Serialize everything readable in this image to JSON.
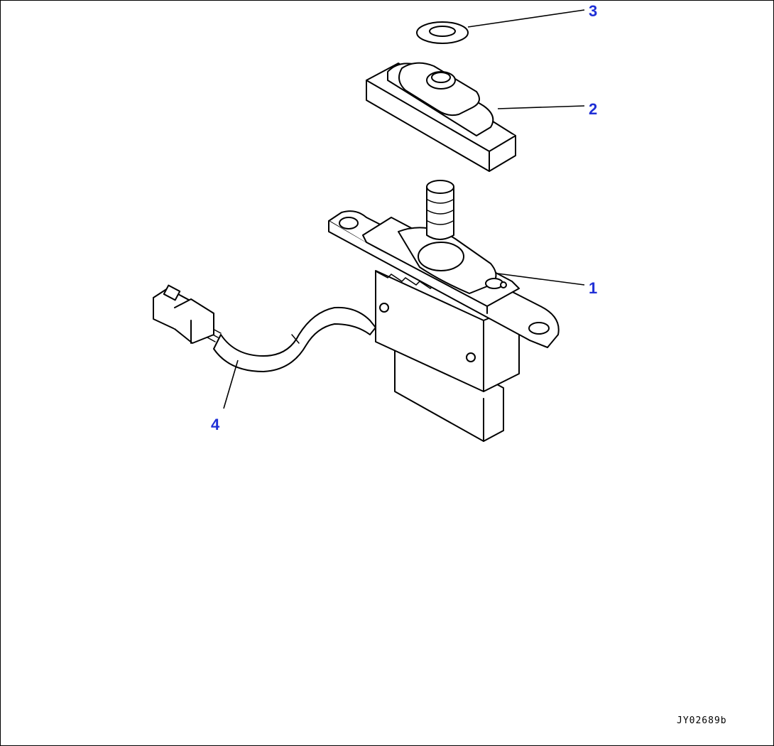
{
  "callouts": [
    {
      "id": "1",
      "label": "1"
    },
    {
      "id": "2",
      "label": "2"
    },
    {
      "id": "3",
      "label": "3"
    },
    {
      "id": "4",
      "label": "4"
    }
  ],
  "drawing_code": "JY02689b",
  "colors": {
    "callout": "#1f2fd6",
    "line": "#000000",
    "background": "#ffffff"
  }
}
